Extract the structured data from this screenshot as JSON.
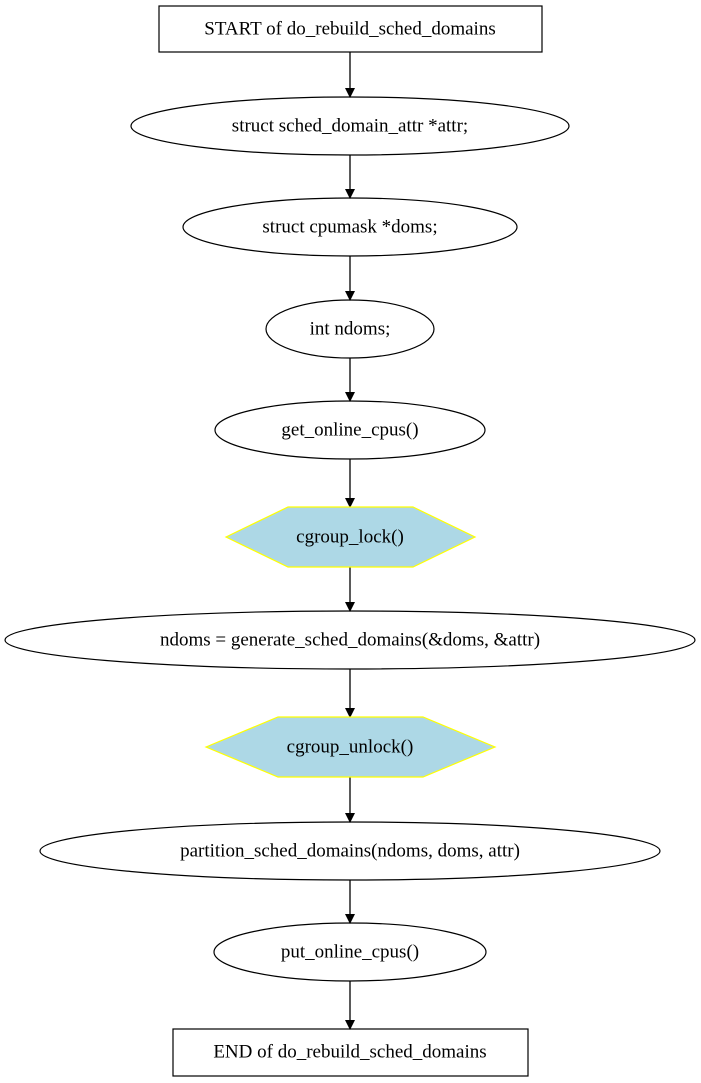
{
  "diagram": {
    "nodes": [
      {
        "id": "start",
        "label": "START of do_rebuild_sched_domains",
        "shape": "box"
      },
      {
        "id": "attr_decl",
        "label": "struct sched_domain_attr *attr;",
        "shape": "ellipse"
      },
      {
        "id": "doms_decl",
        "label": "struct cpumask *doms;",
        "shape": "ellipse"
      },
      {
        "id": "ndoms_decl",
        "label": "int ndoms;",
        "shape": "ellipse"
      },
      {
        "id": "get_cpus",
        "label": "get_online_cpus()",
        "shape": "ellipse"
      },
      {
        "id": "lock",
        "label": "cgroup_lock()",
        "shape": "hexagon"
      },
      {
        "id": "generate",
        "label": "ndoms = generate_sched_domains(&doms, &attr)",
        "shape": "ellipse"
      },
      {
        "id": "unlock",
        "label": "cgroup_unlock()",
        "shape": "hexagon"
      },
      {
        "id": "partition",
        "label": "partition_sched_domains(ndoms, doms, attr)",
        "shape": "ellipse"
      },
      {
        "id": "put_cpus",
        "label": "put_online_cpus()",
        "shape": "ellipse"
      },
      {
        "id": "end",
        "label": "END of do_rebuild_sched_domains",
        "shape": "box"
      }
    ],
    "edges": [
      {
        "from": "start",
        "to": "attr_decl"
      },
      {
        "from": "attr_decl",
        "to": "doms_decl"
      },
      {
        "from": "doms_decl",
        "to": "ndoms_decl"
      },
      {
        "from": "ndoms_decl",
        "to": "get_cpus"
      },
      {
        "from": "get_cpus",
        "to": "lock"
      },
      {
        "from": "lock",
        "to": "generate"
      },
      {
        "from": "generate",
        "to": "unlock"
      },
      {
        "from": "unlock",
        "to": "partition"
      },
      {
        "from": "partition",
        "to": "put_cpus"
      },
      {
        "from": "put_cpus",
        "to": "end"
      }
    ],
    "colors": {
      "hexagon_fill": "#add8e6",
      "hexagon_stroke": "#ffff00",
      "stroke": "#000000",
      "background": "#ffffff"
    }
  }
}
